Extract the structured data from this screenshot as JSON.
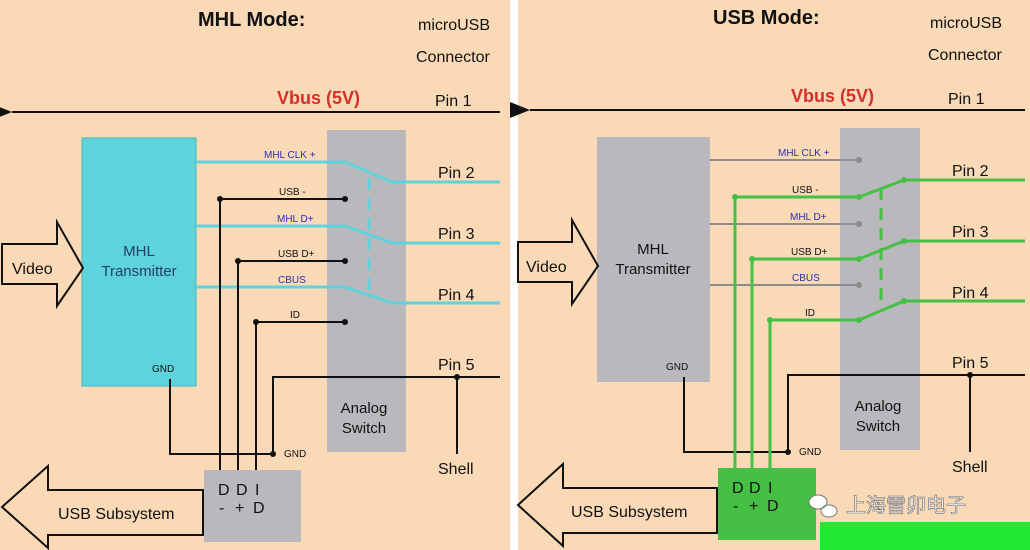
{
  "left_panel": {
    "title": "MHL Mode:",
    "connector_line1": "microUSB",
    "connector_line2": "Connector",
    "vbus": "Vbus (5V)",
    "pins": [
      "Pin 1",
      "Pin 2",
      "Pin 3",
      "Pin 4",
      "Pin 5"
    ],
    "shell": "Shell",
    "signals": [
      "MHL CLK +",
      "USB -",
      "MHL D+",
      "USB D+",
      "CBUS",
      "ID"
    ],
    "gnd_tx": "GND",
    "gnd_bus": "GND",
    "transmitter_line1": "MHL",
    "transmitter_line2": "Transmitter",
    "switch_line1": "Analog",
    "switch_line2": "Switch",
    "video": "Video",
    "usb_subsystem": "USB Subsystem",
    "usb_pins_top": [
      "D",
      "D",
      "I"
    ],
    "usb_pins_bottom": [
      "-",
      "+",
      "D"
    ]
  },
  "right_panel": {
    "title": "USB Mode:",
    "connector_line1": "microUSB",
    "connector_line2": "Connector",
    "vbus": "Vbus (5V)",
    "pins": [
      "Pin 1",
      "Pin 2",
      "Pin 3",
      "Pin 4",
      "Pin 5"
    ],
    "shell": "Shell",
    "signals": [
      "MHL CLK +",
      "USB -",
      "MHL D+",
      "USB D+",
      "CBUS",
      "ID"
    ],
    "gnd_tx": "GND",
    "gnd_bus": "GND",
    "transmitter_line1": "MHL",
    "transmitter_line2": "Transmitter",
    "switch_line1": "Analog",
    "switch_line2": "Switch",
    "video": "Video",
    "usb_subsystem": "USB Subsystem",
    "usb_pins_top": [
      "D",
      "D",
      "I"
    ],
    "usb_pins_bottom": [
      "-",
      "+",
      "D"
    ]
  },
  "watermark": "上海雷卯电子",
  "colors": {
    "background": "#f9d9b6",
    "mhl_cyan": "#5fd3dc",
    "usb_green": "#45c045",
    "switch_gray": "#b9b9bd",
    "vbus_red": "#d4302a",
    "signal_blue": "#2a2fb0"
  }
}
